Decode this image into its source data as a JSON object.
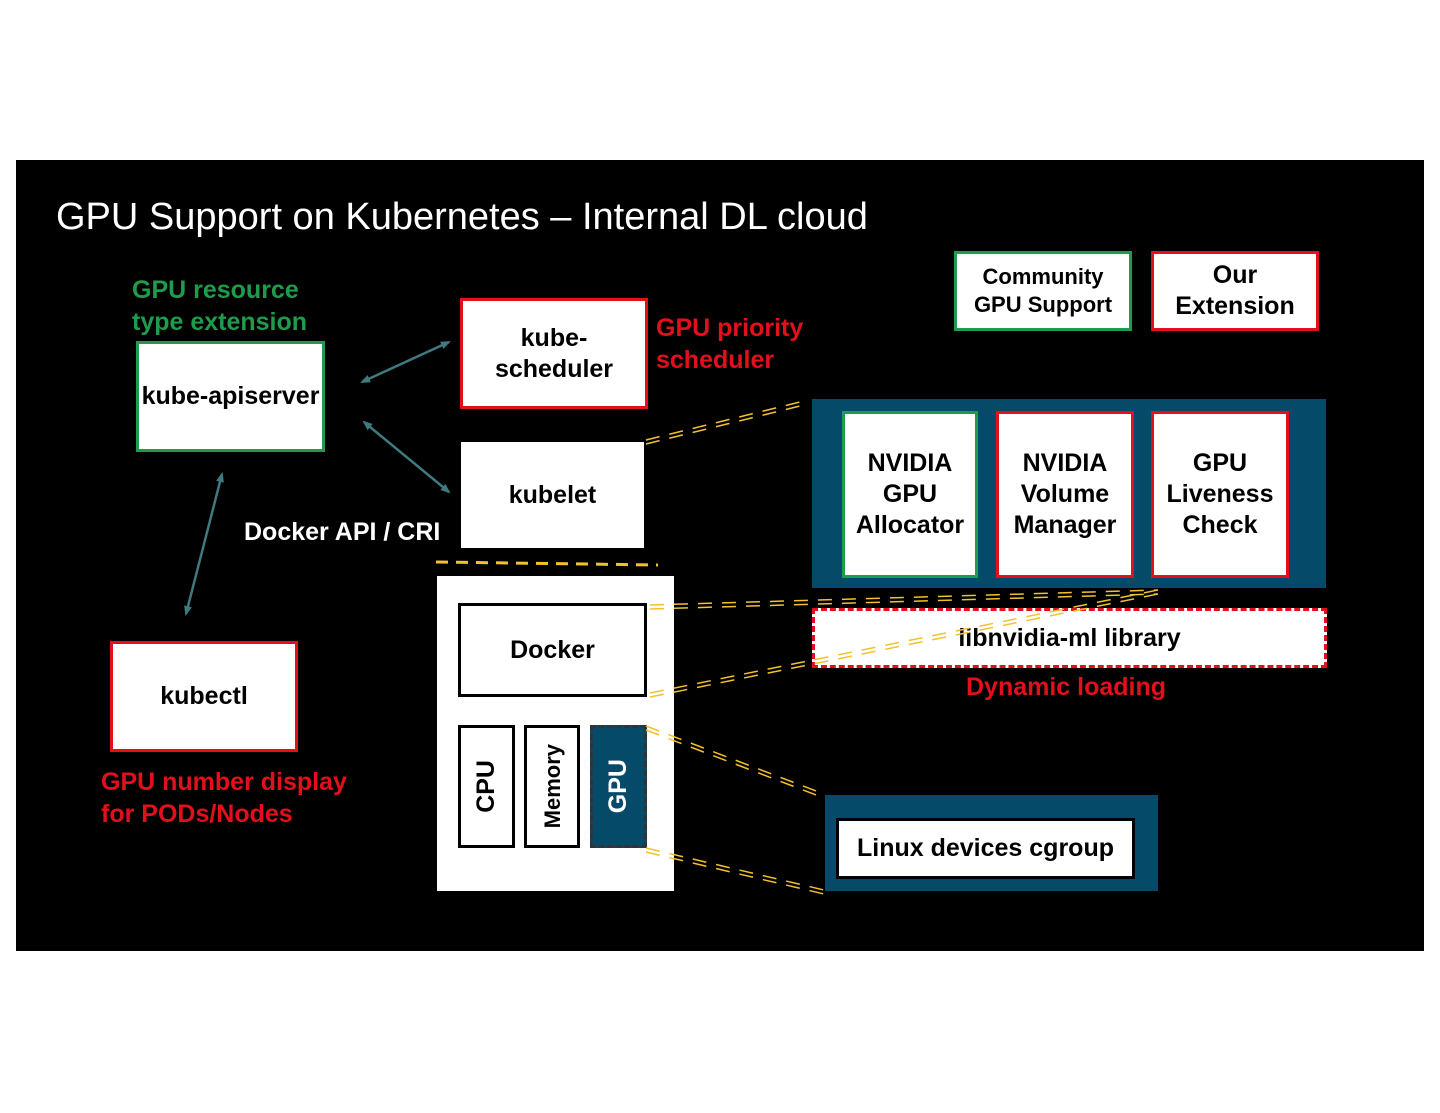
{
  "title": "GPU Support on Kubernetes – Internal DL cloud",
  "legend": {
    "community": "Community GPU Support",
    "ours": "Our Extension"
  },
  "components": {
    "apiserver": "kube-apiserver",
    "scheduler": "kube-scheduler",
    "kubelet": "kubelet",
    "kubectl": "kubectl",
    "docker": "Docker",
    "cpu": "CPU",
    "memory": "Memory",
    "gpu": "GPU",
    "allocator": "NVIDIA GPU Allocator",
    "volume_manager": "NVIDIA Volume Manager",
    "liveness": "GPU Liveness Check",
    "nvml": "libnvidia-ml library",
    "cgroup": "Linux devices cgroup"
  },
  "annotations": {
    "resource_type": "GPU resource type extension",
    "priority_scheduler": "GPU priority scheduler",
    "docker_api": "Docker API / CRI",
    "number_display": "GPU number display for PODs/Nodes",
    "dynamic_loading": "Dynamic loading"
  },
  "colors": {
    "community": "#1e9c4b",
    "ours": "#e3101b",
    "panel": "#054a69",
    "arrow": "#3f7a80",
    "connector": "#f2c12e"
  }
}
